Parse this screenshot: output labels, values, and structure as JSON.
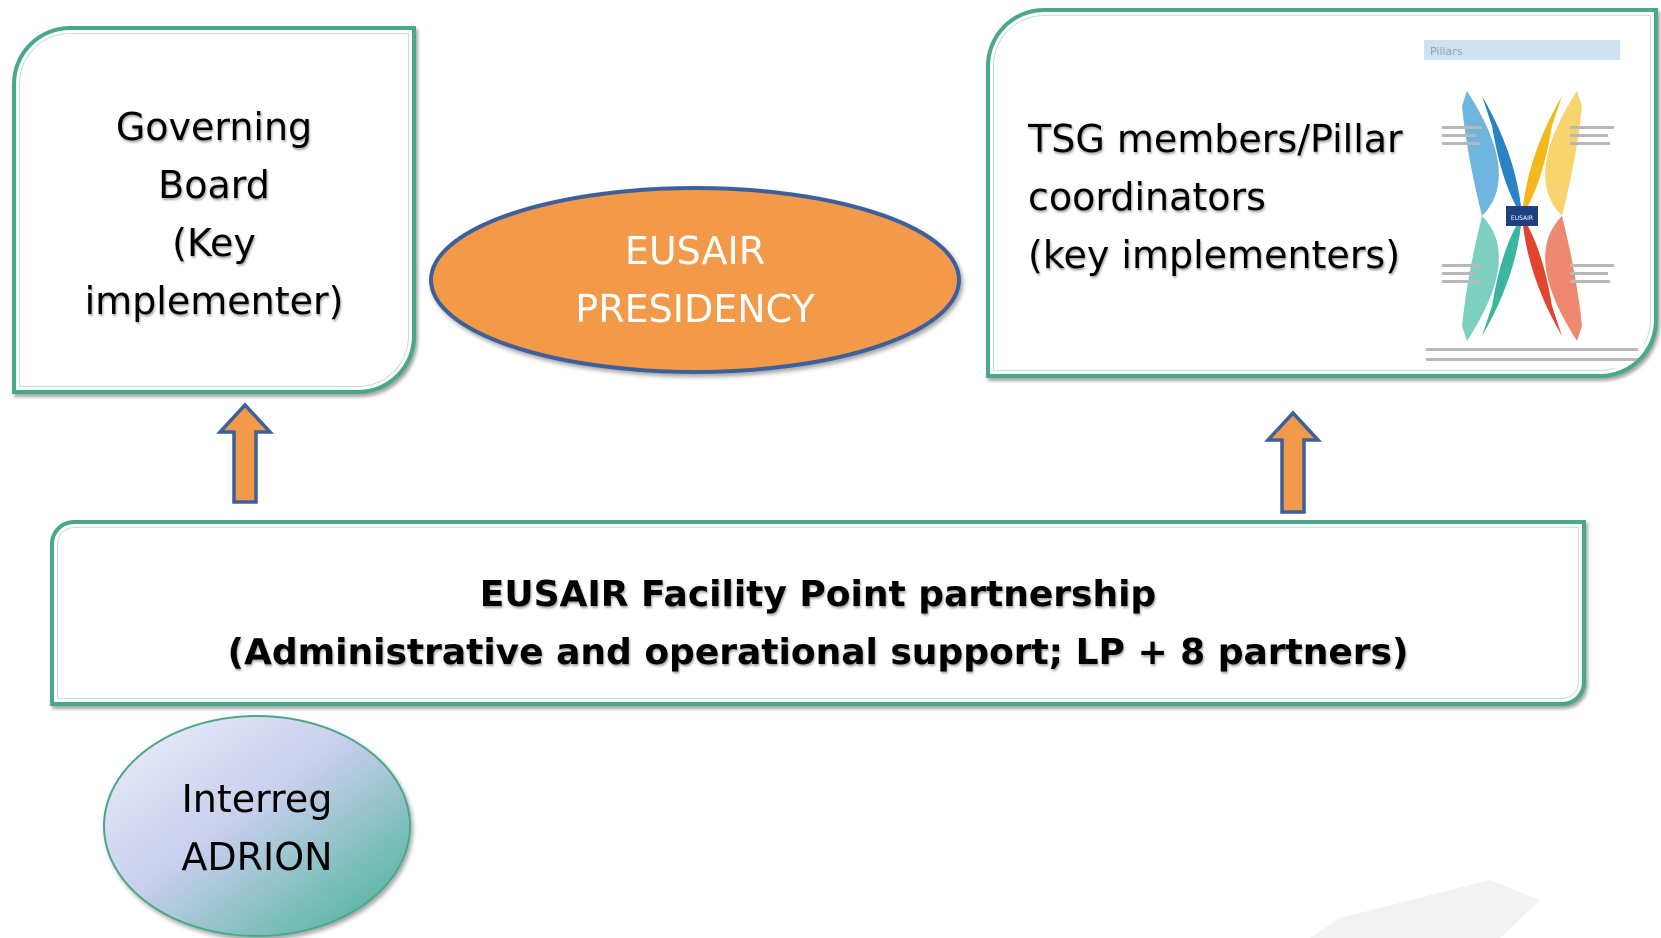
{
  "governing_board": {
    "lines": [
      "Governing",
      "Board",
      "(Key",
      "implementer)"
    ]
  },
  "presidency": {
    "lines": [
      "EUSAIR",
      "PRESIDENCY"
    ]
  },
  "tsg": {
    "lines": [
      "TSG members/Pillar",
      "coordinators",
      "(key implementers)"
    ],
    "thumbnail": {
      "header": "Pillars",
      "center_label": "EUSAIR"
    }
  },
  "facility_point": {
    "lines": [
      "EUSAIR Facility Point partnership",
      "(Administrative and operational support; LP + 8 partners)"
    ]
  },
  "adrion": {
    "lines": [
      "Interreg",
      "ADRION"
    ]
  },
  "colors": {
    "box_border": "#4aa88a",
    "presidency_fill": "#f29a4a",
    "presidency_stroke": "#3d5f9a",
    "arrow_fill": "#f29a4a",
    "arrow_stroke": "#3d5f9a",
    "adrion_gradient_start": "#dfe3f5",
    "adrion_gradient_end": "#4cb59b"
  },
  "icons": {
    "arrows": [
      "up-arrow-icon",
      "up-arrow-icon"
    ],
    "thumbnail": "pillars-diagram-icon"
  }
}
